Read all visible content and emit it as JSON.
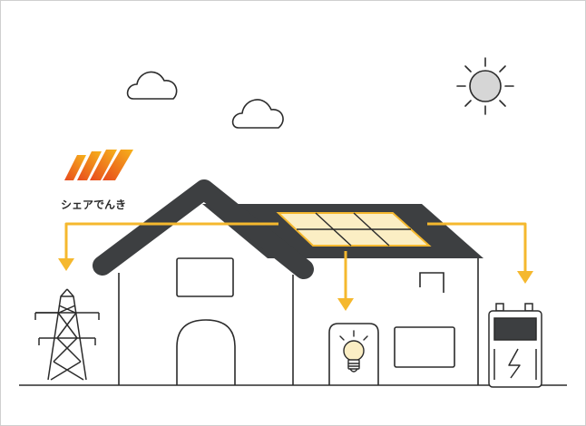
{
  "brand": {
    "name": "シェアでんき"
  },
  "colors": {
    "arrow": "#f5b82e",
    "roof": "#3d3f41",
    "line": "#2b2b2b",
    "sun_fill": "#d6d6d6",
    "panel_fill": "#fbeec4",
    "logo_gradient": [
      "#f6b21b",
      "#e8491d"
    ]
  },
  "diagram": {
    "source": "solar-panel",
    "flows_to": [
      "power-grid-tower",
      "light-bulb",
      "storage-battery"
    ]
  }
}
